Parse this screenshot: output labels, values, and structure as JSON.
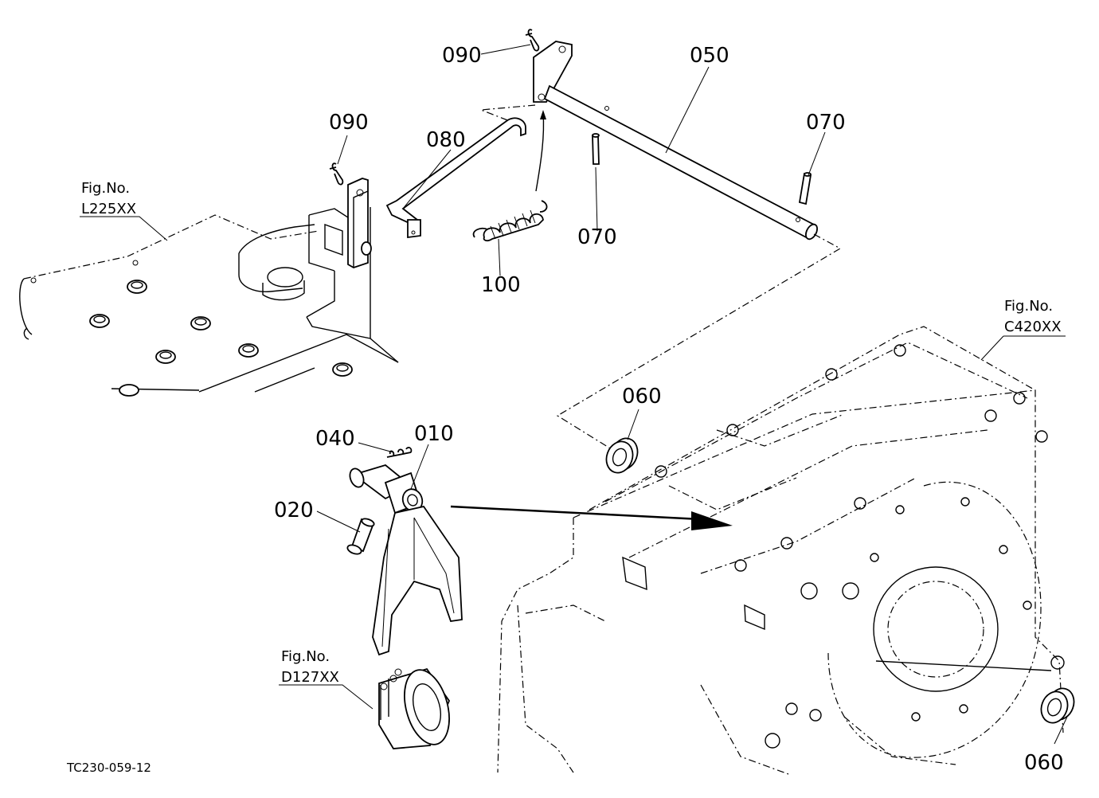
{
  "diagram": {
    "code": "TC230-059-12",
    "parts": {
      "p010": "010",
      "p020": "020",
      "p040": "040",
      "p050": "050",
      "p060a": "060",
      "p060b": "060",
      "p070a": "070",
      "p070b": "070",
      "p080": "080",
      "p090a": "090",
      "p090b": "090",
      "p100": "100"
    },
    "figrefs": {
      "l225": {
        "line1": "Fig.No.",
        "line2": "L225XX"
      },
      "c420": {
        "line1": "Fig.No.",
        "line2": "C420XX"
      },
      "d127": {
        "line1": "Fig.No.",
        "line2": "D127XX"
      }
    }
  }
}
